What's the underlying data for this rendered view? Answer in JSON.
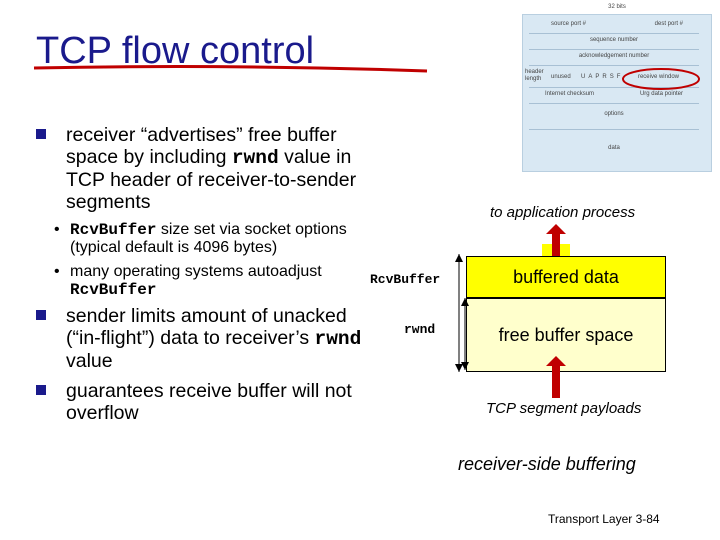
{
  "slide": {
    "title": "TCP flow control",
    "footer": "Transport Layer 3-84"
  },
  "bullets": [
    {
      "parts": [
        "receiver “advertises” free buffer space by including ",
        "rwnd",
        " value in TCP header of receiver-to-sender segments"
      ]
    },
    {
      "parts": [
        "sender limits amount of unacked (“in-flight”) data to receiver’s ",
        "rwnd",
        " value"
      ]
    },
    {
      "parts": [
        "guarantees receive buffer will not overflow"
      ]
    }
  ],
  "subbullets": [
    {
      "mono": "RcvBuffer",
      "text": " size set via socket options (typical default is 4096 bytes)"
    },
    {
      "text": "many operating systems autoadjust ",
      "mono": "RcvBuffer"
    }
  ],
  "diagram": {
    "to_app": "to application process",
    "rcvbuffer_label": "RcvBuffer",
    "rwnd_label": "rwnd",
    "buffered": "buffered data",
    "free": "free buffer space",
    "segment": "TCP segment payloads",
    "caption": "receiver-side buffering"
  },
  "header_fig": {
    "bits": "32 bits",
    "source_port": "source port #",
    "dest_port": "dest port #",
    "seq": "sequence number",
    "ack": "acknowledgement number",
    "header_len": "header length",
    "unused": "unused",
    "flags": [
      "U",
      "A",
      "P",
      "R",
      "S",
      "F"
    ],
    "rwnd": "receive window",
    "checksum": "Internet checksum",
    "urg": "Urg data pointer",
    "options": "options",
    "data": "data"
  },
  "colors": {
    "title": "#1a1a8c",
    "accent_red": "#c00000",
    "buffer_fill": "#ffff00",
    "buffer_free": "#ffffcc"
  }
}
